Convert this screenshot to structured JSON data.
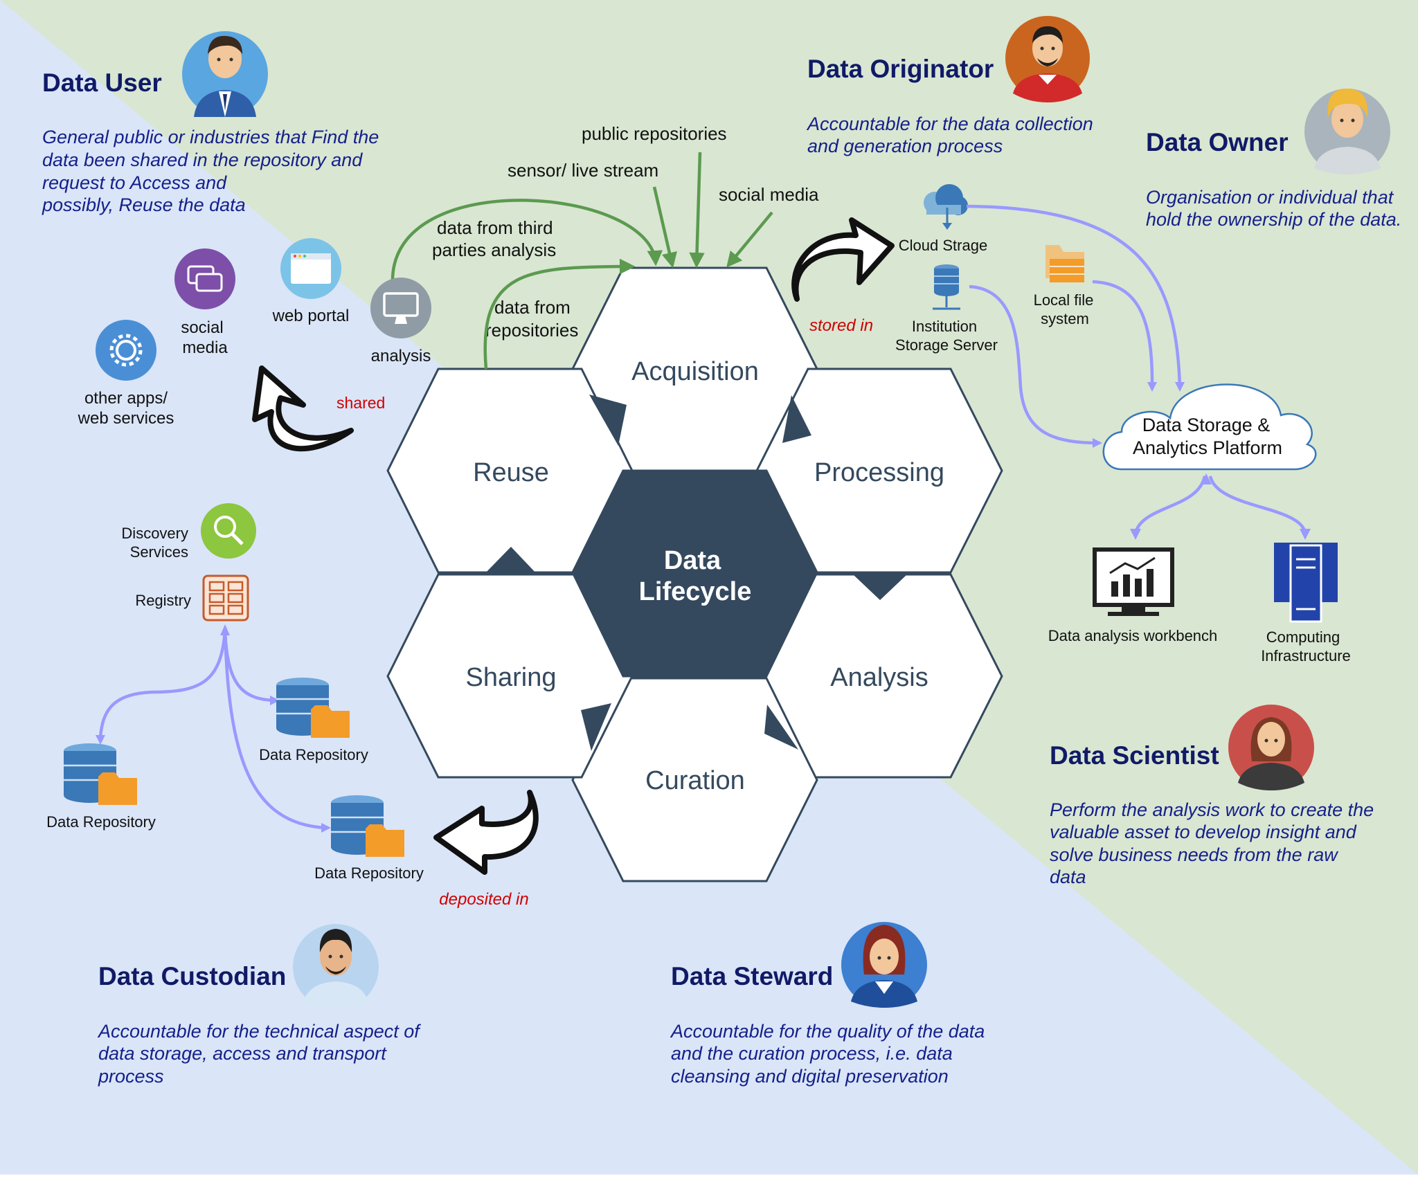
{
  "roles": {
    "data_user": {
      "title": "Data User",
      "desc": [
        "General public or industries that Find the",
        "data been shared in the repository and",
        "request to Access and",
        "possibly, Reuse the data"
      ]
    },
    "data_originator": {
      "title": "Data Originator",
      "desc": [
        "Accountable for the data collection",
        "and generation process"
      ]
    },
    "data_owner": {
      "title": "Data Owner",
      "desc": [
        "Organisation or individual that",
        "hold the ownership of the data."
      ]
    },
    "data_scientist": {
      "title": "Data Scientist",
      "desc": [
        "Perform the analysis work to create the",
        "valuable asset to develop insight and",
        "solve business needs from the raw",
        "data"
      ]
    },
    "data_custodian": {
      "title": "Data Custodian",
      "desc": [
        "Accountable for the technical aspect of",
        "data storage, access and transport",
        "process"
      ]
    },
    "data_steward": {
      "title": "Data Steward",
      "desc": [
        "Accountable for the quality of the data",
        "and the curation process, i.e. data",
        "cleansing and digital preservation"
      ]
    }
  },
  "lifecycle": {
    "center": [
      "Data",
      "Lifecycle"
    ],
    "stages": {
      "acquisition": "Acquisition",
      "processing": "Processing",
      "analysis": "Analysis",
      "curation": "Curation",
      "sharing": "Sharing",
      "reuse": "Reuse"
    }
  },
  "sources": {
    "public_repositories": "public repositories",
    "sensor_live_stream": "sensor/ live stream",
    "social_media": "social media",
    "third_party": [
      "data from third",
      "parties analysis"
    ],
    "repositories": [
      "data from",
      "repositories"
    ],
    "analysis": "analysis"
  },
  "storage": {
    "cloud": "Cloud Strage",
    "institution": [
      "Institution",
      "Storage Server"
    ],
    "local": [
      "Local file",
      "system"
    ],
    "stored_in": "stored in",
    "platform": [
      "Data Storage &",
      "Analytics Platform"
    ],
    "workbench": "Data analysis workbench",
    "computing": [
      "Computing",
      "Infrastructure"
    ]
  },
  "sharing_targets": {
    "social_media": [
      "social",
      "media"
    ],
    "web_portal": "web portal",
    "other_apps": [
      "other apps/",
      "web services"
    ],
    "shared": "shared"
  },
  "repositories": {
    "discovery": [
      "Discovery",
      "Services"
    ],
    "registry": "Registry",
    "repo_label": "Data Repository",
    "deposited_in": "deposited in"
  },
  "colors": {
    "blue_bg": "#dae5f8",
    "green_bg": "#d9e6d2",
    "hex_dark": "#34495e",
    "green_arrow": "#5b9a4f",
    "purple_arrow": "#9999ff",
    "title": "#101a66",
    "desc": "#15208a",
    "red": "#d00000"
  }
}
